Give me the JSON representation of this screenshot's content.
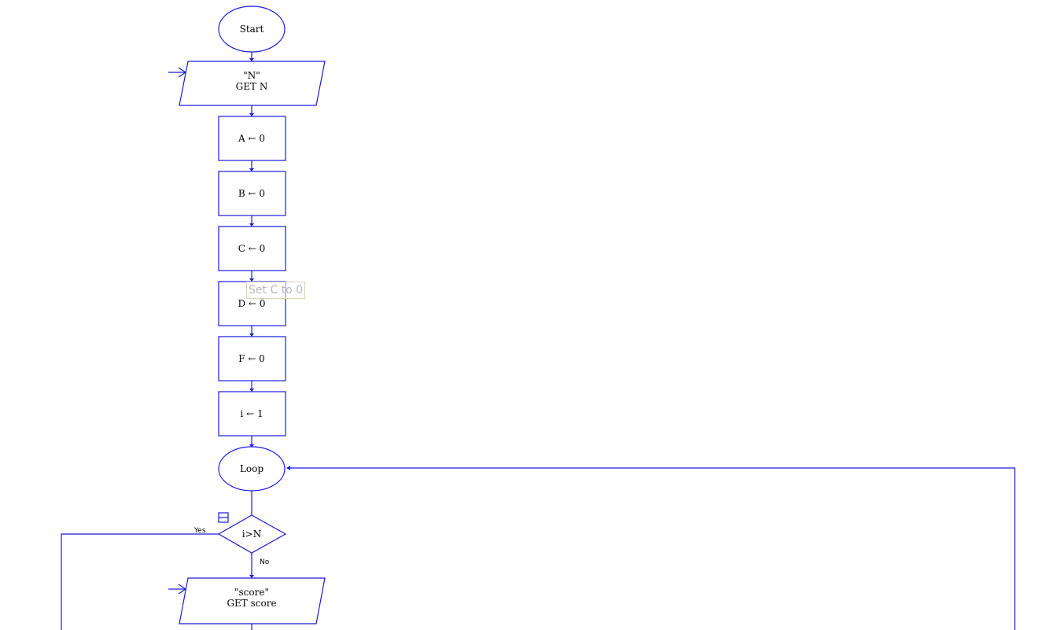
{
  "colors": {
    "stroke": "#1a1ae0",
    "tooltip_text": "#b8b8b8"
  },
  "flowchart": {
    "start": "Start",
    "input_n": {
      "prompt": "\"N\"",
      "command": "GET N"
    },
    "assign_a": "A ← 0",
    "assign_b": "B ← 0",
    "assign_c": "C ← 0",
    "assign_d": "D ← 0",
    "assign_f": "F ← 0",
    "assign_i": "i ← 1",
    "loop": "Loop",
    "decision": {
      "condition": "i>N",
      "yes_label": "Yes",
      "no_label": "No"
    },
    "input_score": {
      "prompt": "\"score\"",
      "command": "GET score"
    }
  },
  "tooltip": {
    "text": "Set C to 0"
  },
  "icons": {
    "collapse": "collapse-icon"
  }
}
